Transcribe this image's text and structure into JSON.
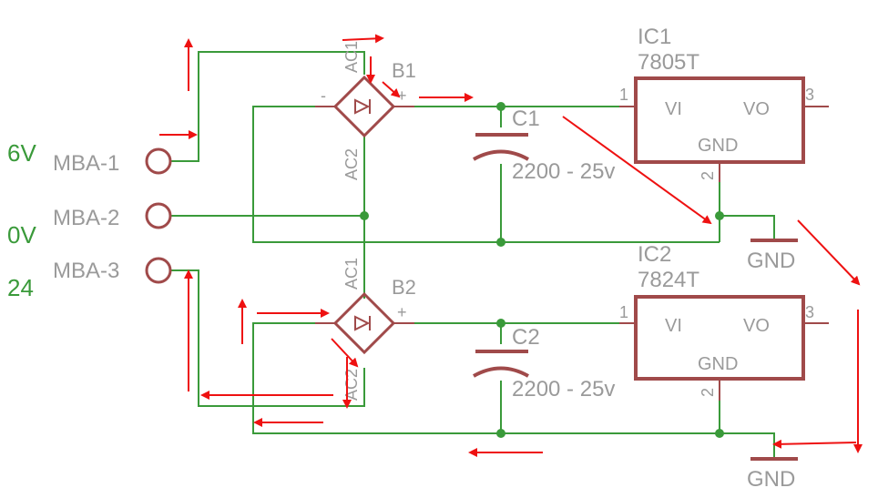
{
  "voltages": {
    "v6": "6V",
    "v0": "0V",
    "v24": "24"
  },
  "connectors": {
    "mba1": "MBA-1",
    "mba2": "MBA-2",
    "mba3": "MBA-3"
  },
  "bridge1": {
    "name": "B1",
    "ac1": "AC1",
    "ac2": "AC2",
    "minus": "-",
    "plus": "+"
  },
  "bridge2": {
    "name": "B2",
    "ac1": "AC1",
    "ac2": "AC2",
    "minus": "-",
    "plus": "+"
  },
  "cap1": {
    "name": "C1",
    "value": "2200 - 25v"
  },
  "cap2": {
    "name": "C2",
    "value": "2200 - 25v"
  },
  "ic1": {
    "name": "IC1",
    "part": "7805T",
    "vi": "VI",
    "vo": "VO",
    "gnd": "GND",
    "pin1": "1",
    "pin2": "2",
    "pin3": "3"
  },
  "ic2": {
    "name": "IC2",
    "part": "7824T",
    "vi": "VI",
    "vo": "VO",
    "gnd": "GND",
    "pin1": "1",
    "pin2": "2",
    "pin3": "3"
  },
  "gnd1": {
    "label": "GND"
  },
  "gnd2": {
    "label": "GND"
  },
  "colors": {
    "wire": "#3a9a3a",
    "component": "#a04a4a",
    "label": "#9a9a9a",
    "arrow": "#ee1111"
  }
}
